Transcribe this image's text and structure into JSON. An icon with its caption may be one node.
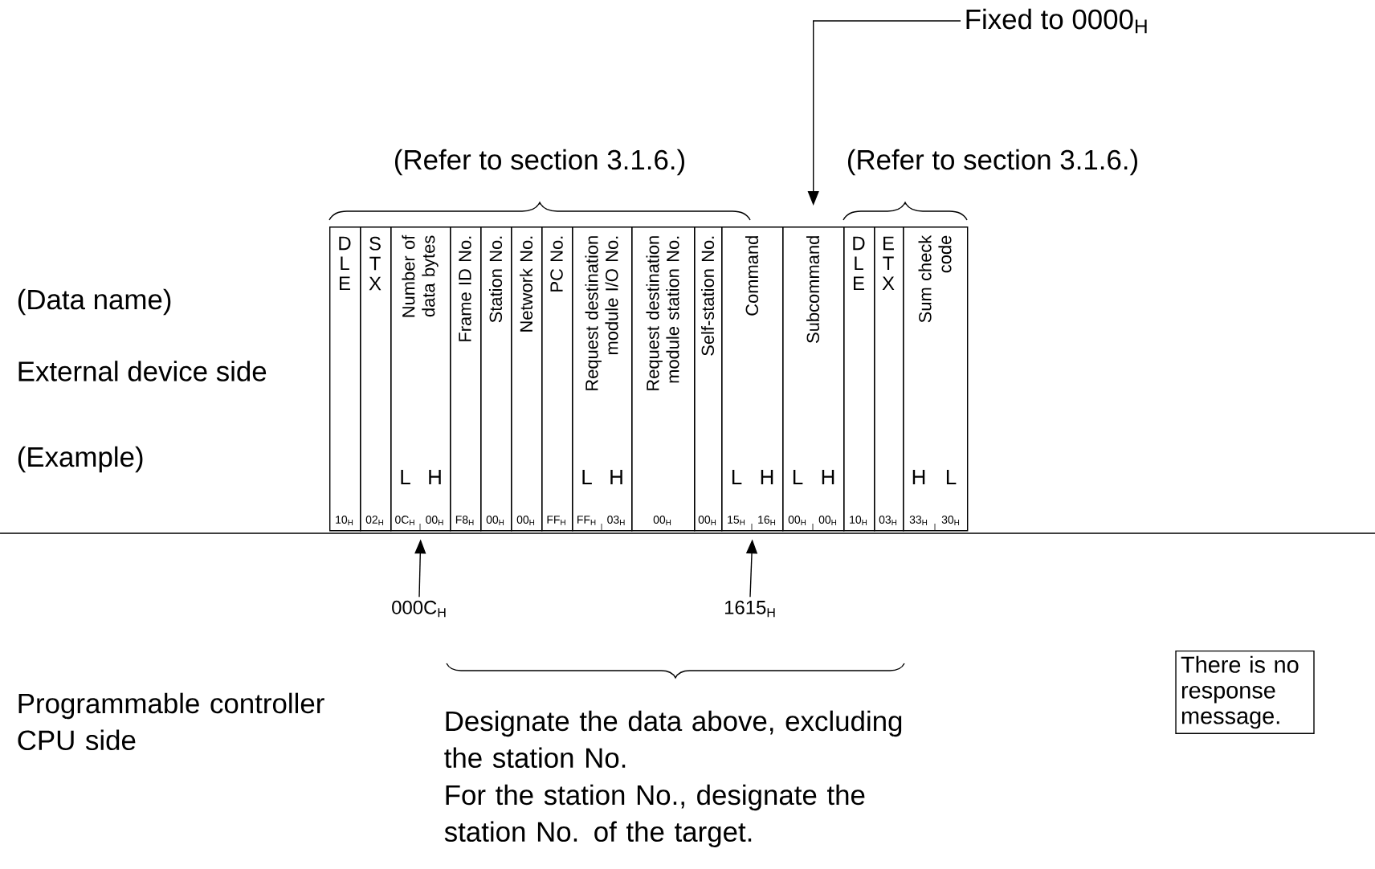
{
  "diagram": {
    "nodes": [
      {
        "text": [
          "Fixed to 0000$_{H}$"
        ]
      },
      {
        "text": [
          "DLE",
          "10$_{H}$"
        ]
      },
      {
        "text": [
          "STX",
          "02$_{H}$"
        ]
      },
      {
        "text": [
          "Number of data bytes",
          "L",
          "H",
          "0C$_{H}$",
          "00$_{H}$"
        ]
      },
      {
        "text": [
          "Frame ID No.",
          "F8$_{H}$"
        ]
      },
      {
        "text": [
          "Station No.",
          "00$_{H}$"
        ]
      },
      {
        "text": [
          "Network No.",
          "00$_{H}$"
        ]
      },
      {
        "text": [
          "PC No.",
          "FF$_{H}$"
        ]
      },
      {
        "text": [
          "Request destination module I/O No.",
          "L",
          "H",
          "FF$_{H}$",
          "03$_{H}$"
        ]
      },
      {
        "text": [
          "Request destination module station No.",
          "00$_{H}$"
        ]
      },
      {
        "text": [
          "Self-station No.",
          "00$_{H}$"
        ]
      },
      {
        "text": [
          "Command",
          "L",
          "H",
          "15$_{H}$",
          "16$_{H}$"
        ]
      },
      {
        "text": [
          "Subcommand",
          "L",
          "H",
          "00$_{H}$",
          "00$_{H}$"
        ]
      },
      {
        "text": [
          "DLE",
          "10$_{H}$"
        ]
      },
      {
        "text": [
          "ETX",
          "03$_{H}$"
        ]
      },
      {
        "text": [
          "Sum check code",
          "H",
          "L",
          "33$_{H}$",
          "30$_{H}$"
        ]
      },
      {
        "text": [
          "000C$_{H}$"
        ]
      },
      {
        "text": [
          "1615$_{H}$"
        ]
      },
      {
        "text": [
          "There is no response message."
        ]
      }
    ],
    "edges": [
      {
        "from": 0,
        "to": 12,
        "arrow": "to"
      },
      {
        "from": 16,
        "to": 3,
        "arrow": "to"
      },
      {
        "from": 17,
        "to": 11,
        "arrow": "to"
      }
    ],
    "labels": [
      "(Refer to section 3.1.6.)",
      "(Refer to section 3.1.6.)",
      "(Data name)",
      "External device side",
      "(Example)",
      "Programmable controller CPU side",
      "Designate the data above, excluding the station No.",
      "For the station No., designate the station No. of the target."
    ]
  }
}
